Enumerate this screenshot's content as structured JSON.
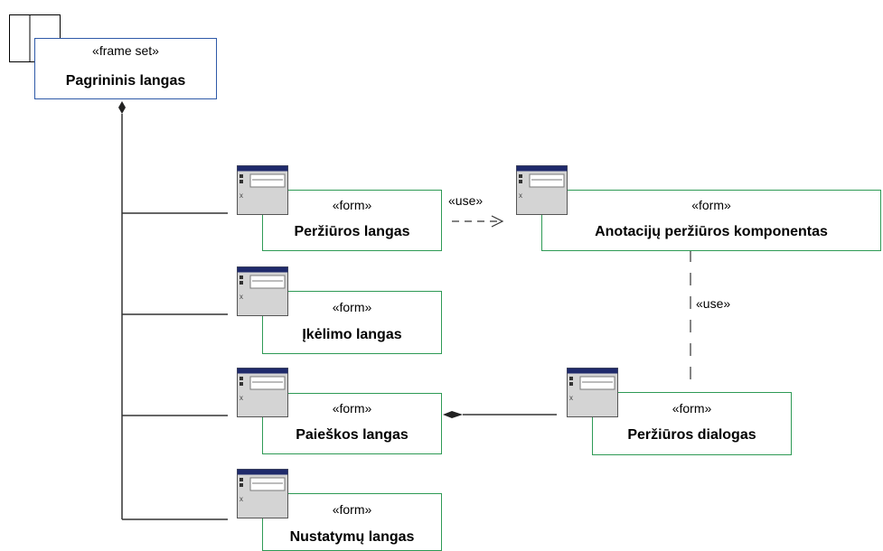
{
  "frameset": {
    "stereotype": "«frame set»",
    "name": "Pagrininis langas"
  },
  "forms": {
    "perziuros_langas": {
      "stereotype": "«form»",
      "name": "Peržiūros langas"
    },
    "anotaciju": {
      "stereotype": "«form»",
      "name": "Anotacijų peržiūros komponentas"
    },
    "ikelimo": {
      "stereotype": "«form»",
      "name": "Įkėlimo langas"
    },
    "paieskos": {
      "stereotype": "«form»",
      "name": "Paieškos langas"
    },
    "dialogas": {
      "stereotype": "«form»",
      "name": "Peržiūros dialogas"
    },
    "nustatymu": {
      "stereotype": "«form»",
      "name": "Nustatymų langas"
    }
  },
  "relations": {
    "use_label_1": "«use»",
    "use_label_2": "«use»"
  },
  "colors": {
    "frameset_border": "#2f5aa8",
    "form_border": "#2e9a55",
    "icon_header": "#1f2a6b"
  }
}
